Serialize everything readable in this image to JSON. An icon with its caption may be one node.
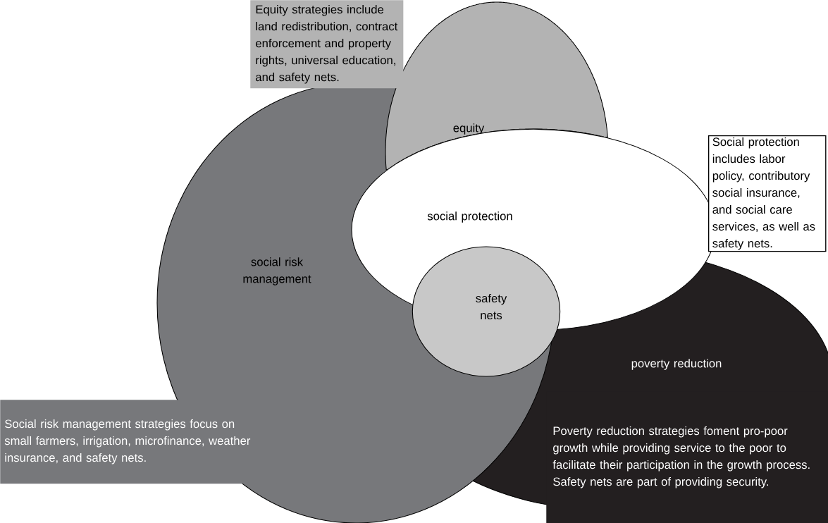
{
  "diagram": {
    "nodes": [
      {
        "text": [
          "Equity strategies include land redistribution, contract enforcement and property rights, universal education, and safety nets."
        ]
      },
      {
        "text": [
          "equity"
        ]
      },
      {
        "text": [
          "Social protection includes labor policy, contributory social insurance, and social care services, as well as safety nets."
        ]
      },
      {
        "text": [
          "social risk management"
        ]
      },
      {
        "text": [
          "social protection"
        ]
      },
      {
        "text": [
          "safety nets"
        ]
      },
      {
        "text": [
          "poverty reduction"
        ]
      },
      {
        "text": [
          "Social risk management strategies focus on small farmers, irrigation, microfinance, weather insurance, and safety nets."
        ]
      },
      {
        "text": [
          "Poverty reduction strategies foment pro-poor growth while providing service to the poor to facilitate their participation in the growth process. Safety nets are part of providing security."
        ]
      }
    ],
    "edges": []
  }
}
